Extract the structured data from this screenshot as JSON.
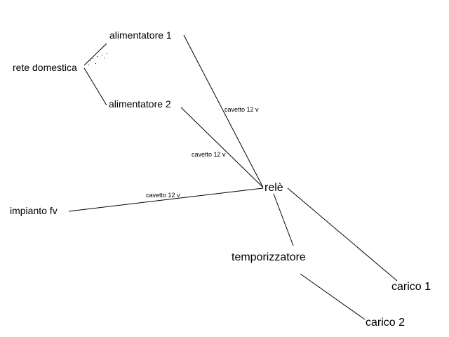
{
  "diagram": {
    "nodes": {
      "rete_domestica": "rete domestica",
      "alimentatore_1": "alimentatore 1",
      "alimentatore_2": "alimentatore 2",
      "impianto_fv": "impianto fv",
      "rele": "relè",
      "temporizzatore": "temporizzatore",
      "carico_1": "carico 1",
      "carico_2": "carico 2"
    },
    "edge_labels": {
      "alim1_rele": "cavetto 12 v",
      "alim2_rele": "cavetto 12 v",
      "fv_rele": "cavetto 12 v"
    },
    "colors": {
      "line": "#000000",
      "background": "#ffffff"
    }
  }
}
